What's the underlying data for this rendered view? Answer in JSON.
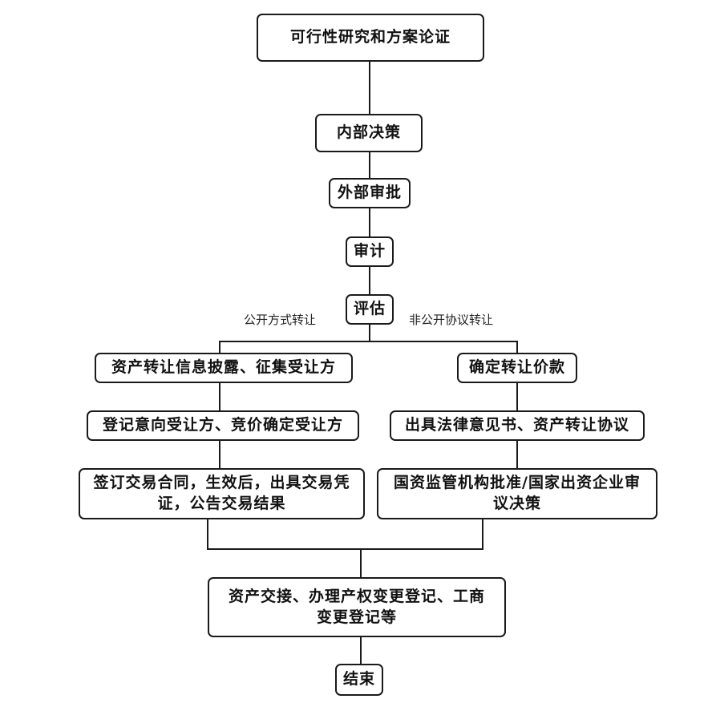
{
  "nodes": {
    "feasibility": "可行性研究和方案论证",
    "internal_decision": "内部决策",
    "external_approval": "外部审批",
    "audit": "审计",
    "evaluation": "评估",
    "disclosure": "资产转让信息披露、征集受让方",
    "register_bidding": "登记意向受让方、竞价确定受让方",
    "sign_contract": "签订交易合同，生效后，出具交易凭证，公告交易结果",
    "determine_price": "确定转让价款",
    "legal_opinion": "出具法律意见书、资产转让协议",
    "sasac_approval": "国资监管机构批准/国家出资企业审议决策",
    "handover": "资产交接、办理产权变更登记、工商变更登记等",
    "end": "结束"
  },
  "edge_labels": {
    "public_transfer": "公开方式转让",
    "non_public_transfer": "非公开协议转让"
  }
}
